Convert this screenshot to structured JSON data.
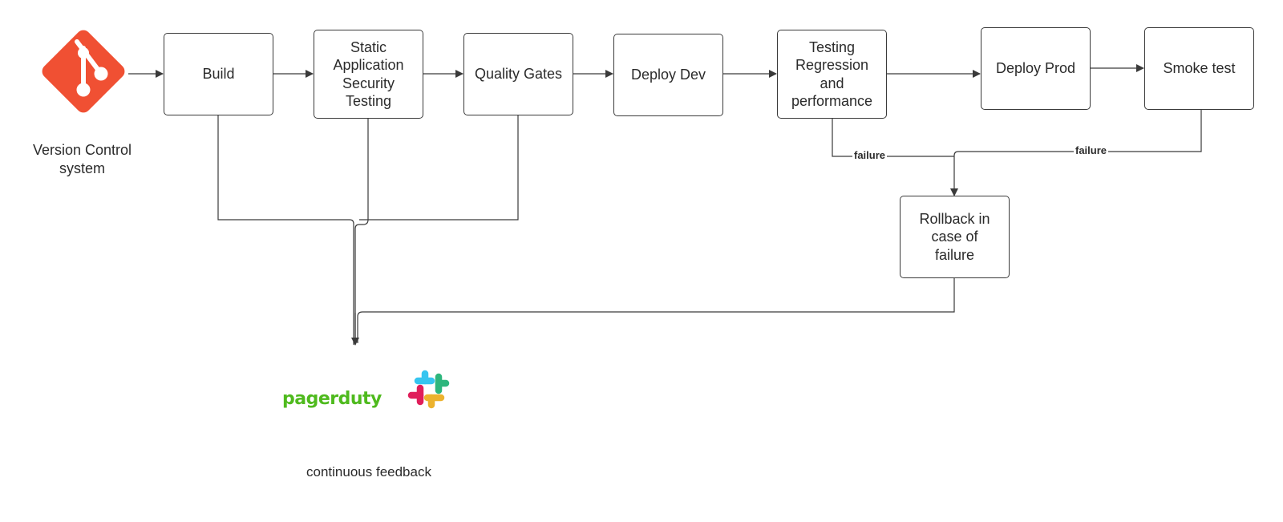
{
  "nodes": {
    "vcs": "Version Control\nsystem",
    "build": "Build",
    "sast": "Static\nApplication\nSecurity\nTesting",
    "quality": "Quality Gates",
    "deploy_dev": "Deploy Dev",
    "testing": "Testing\nRegression\nand\nperformance",
    "deploy_prod": "Deploy Prod",
    "smoke": "Smoke test",
    "rollback": "Rollback in\ncase of\nfailure"
  },
  "edge_labels": {
    "testing_failure": "failure",
    "smoke_failure": "failure"
  },
  "feedback": {
    "pagerduty": "pagerduty",
    "slack_icon": "slack-icon",
    "caption": "continuous feedback"
  },
  "colors": {
    "git": "#f05033",
    "pagerduty": "#4fba1e",
    "line": "#3a3a3a"
  }
}
